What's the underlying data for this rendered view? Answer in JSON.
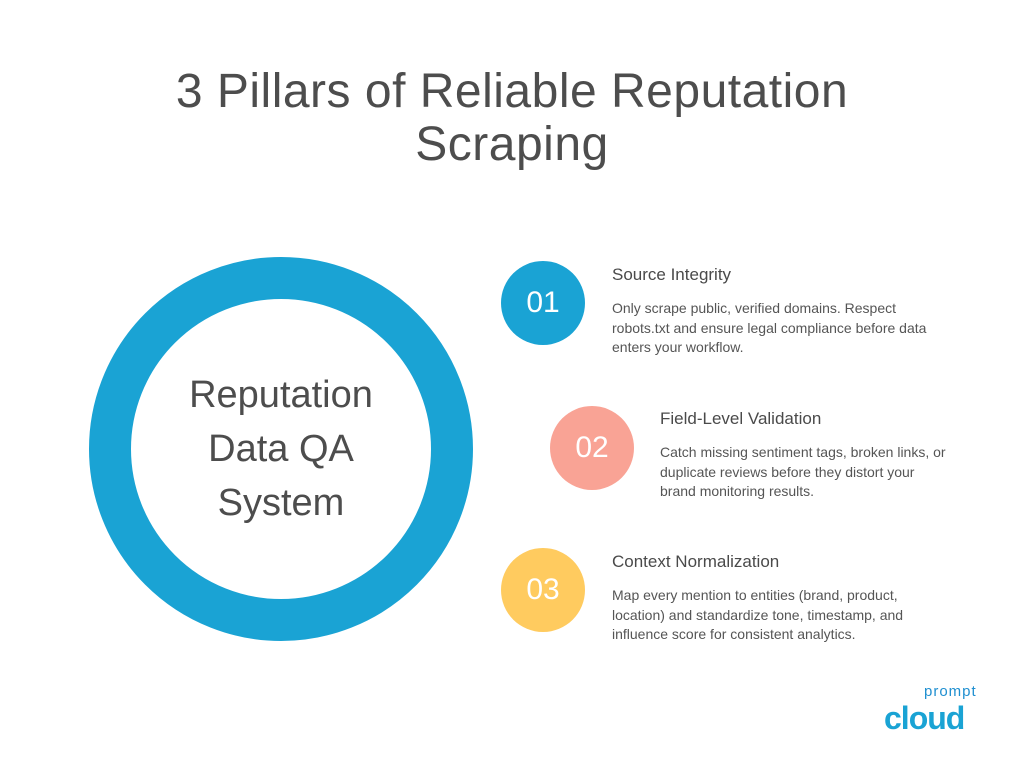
{
  "title": {
    "line1": "3 Pillars of Reliable Reputation",
    "line2": "Scraping"
  },
  "center": {
    "lines": [
      "Reputation",
      "Data QA",
      "System"
    ],
    "color": "#1aa3d4"
  },
  "items": [
    {
      "number": "01",
      "color": "#1aa3d4",
      "heading": "Source Integrity",
      "lines": [
        "Only scrape public, verified domains. Respect",
        "robots.txt and ensure legal compliance before data",
        "enters your workflow."
      ]
    },
    {
      "number": "02",
      "color": "#f9a395",
      "heading": "Field-Level Validation",
      "lines": [
        "Catch missing sentiment tags, broken links, or",
        "duplicate reviews before they distort your",
        "brand monitoring results."
      ]
    },
    {
      "number": "03",
      "color": "#ffcb5f",
      "heading": "Context Normalization",
      "lines": [
        "Map every mention to entities (brand, product,",
        "location) and standardize tone, timestamp, and",
        "influence score for consistent analytics."
      ]
    }
  ],
  "logo": {
    "top": "prompt",
    "bottom": "cloud"
  }
}
